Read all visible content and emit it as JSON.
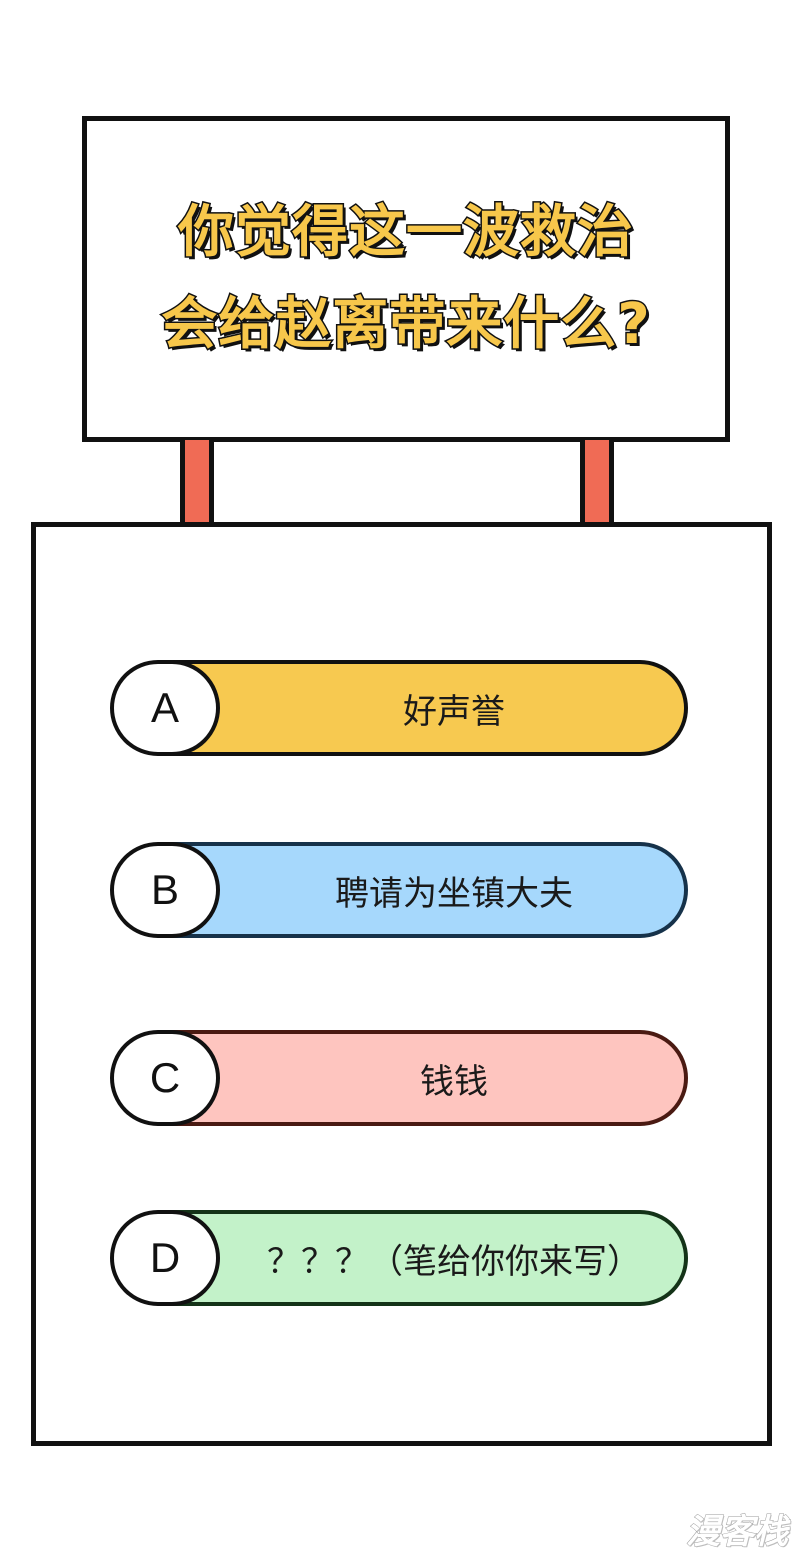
{
  "sign": {
    "lines": [
      "你觉得这一波救治",
      "会给赵离带来什么?"
    ],
    "text_color": "#f7c74b",
    "outline_color": "#111111"
  },
  "posts": {
    "color": "#f06b55"
  },
  "options": [
    {
      "letter": "A",
      "text": "好声誉",
      "color": "#f7c950",
      "border": "#111111"
    },
    {
      "letter": "B",
      "text": "聘请为坐镇大夫",
      "color": "#a6d8fc",
      "border": "#16324a"
    },
    {
      "letter": "C",
      "text": "钱钱",
      "color": "#fec5bf",
      "border": "#4a1a12"
    },
    {
      "letter": "D",
      "text": "？？？（笔给你你来写）",
      "color": "#c3f2c9",
      "border": "#143318"
    }
  ],
  "watermark": {
    "text": "漫客栈"
  }
}
